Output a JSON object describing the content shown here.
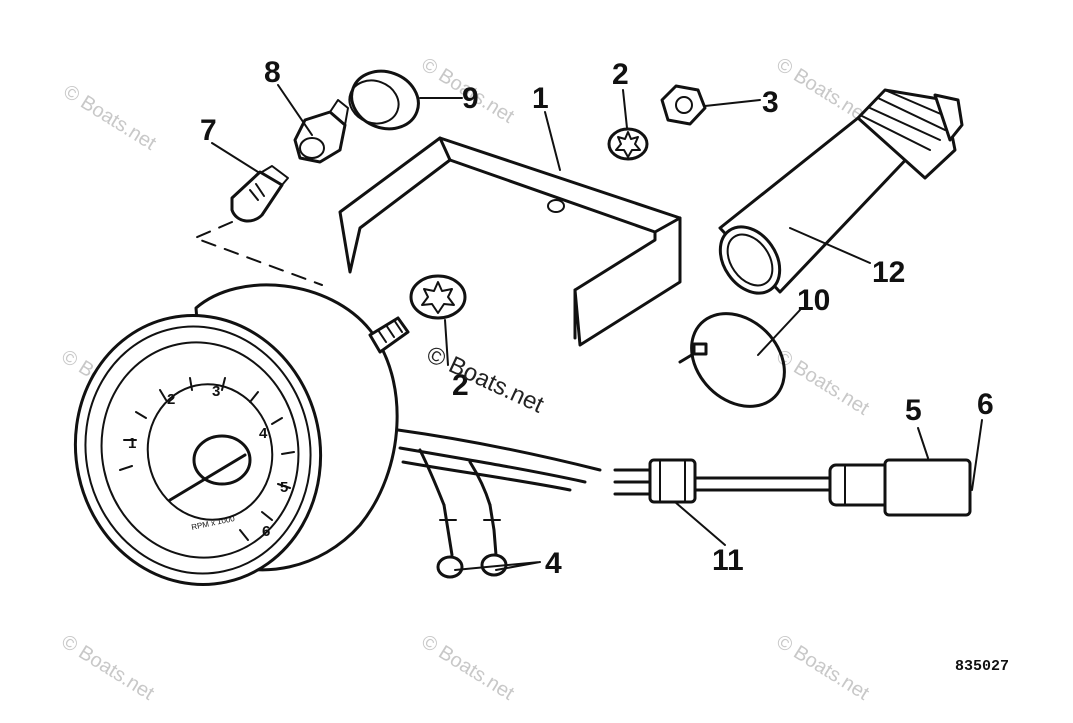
{
  "callouts": [
    {
      "id": "1",
      "label": "1"
    },
    {
      "id": "2a",
      "label": "2"
    },
    {
      "id": "2b",
      "label": "2"
    },
    {
      "id": "3",
      "label": "3"
    },
    {
      "id": "4",
      "label": "4"
    },
    {
      "id": "5",
      "label": "5"
    },
    {
      "id": "6",
      "label": "6"
    },
    {
      "id": "7",
      "label": "7"
    },
    {
      "id": "8",
      "label": "8"
    },
    {
      "id": "9",
      "label": "9"
    },
    {
      "id": "10",
      "label": "10"
    },
    {
      "id": "11",
      "label": "11"
    },
    {
      "id": "12",
      "label": "12"
    }
  ],
  "dial": {
    "numbers": [
      "1",
      "2",
      "3",
      "4",
      "5",
      "6"
    ],
    "scale_text": "RPM x 1000"
  },
  "figure_number": "835027",
  "watermarks": {
    "main": "© Boats.net",
    "tile": "© Boats.net"
  }
}
